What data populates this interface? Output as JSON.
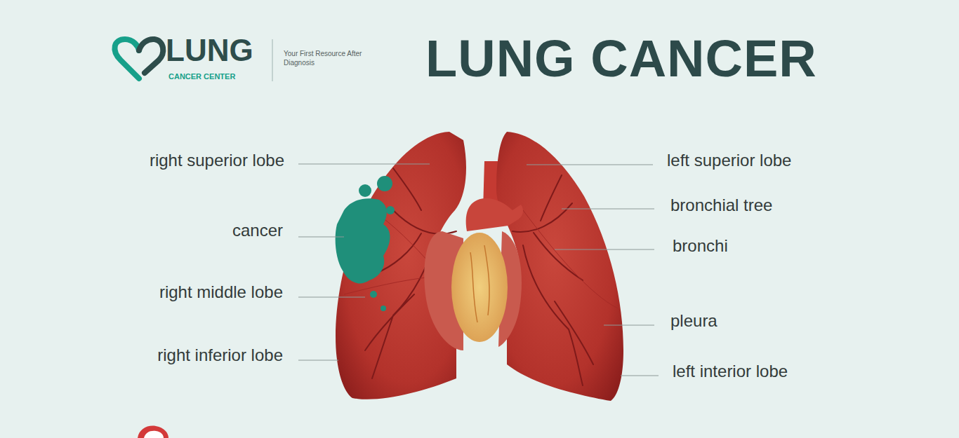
{
  "diagram": {
    "title": "LUNG CANCER",
    "labels": [
      "LUNG",
      "CANCER CENTER",
      "Your First Resource After Diagnosis",
      "right superior lobe",
      "cancer",
      "right middle lobe",
      "right inferior lobe",
      "left superior lobe",
      "bronchial tree",
      "bronchi",
      "pleura",
      "left interior lobe"
    ]
  }
}
